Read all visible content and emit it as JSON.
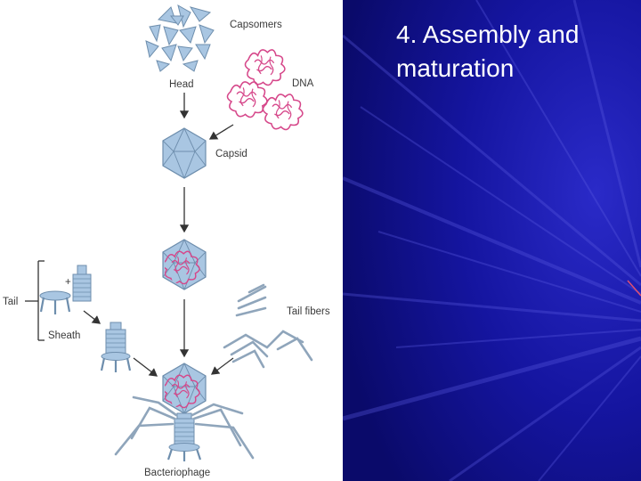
{
  "slide": {
    "title": "4. Assembly and maturation"
  },
  "diagram": {
    "labels": {
      "capsomers": "Capsomers",
      "head": "Head",
      "dna": "DNA",
      "capsid": "Capsid",
      "tail": "Tail",
      "sheath": "Sheath",
      "tail_fibers": "Tail fibers",
      "bacteriophage": "Bacteriophage",
      "plus": "+"
    }
  },
  "colors": {
    "background_blue": "#1a1aa8",
    "capsid_fill": "#a9c6e2",
    "capsid_stroke": "#6e8ead",
    "dna": "#d6478a",
    "arrow": "#333333",
    "label": "#3a3a3a",
    "title": "#ffffff"
  }
}
